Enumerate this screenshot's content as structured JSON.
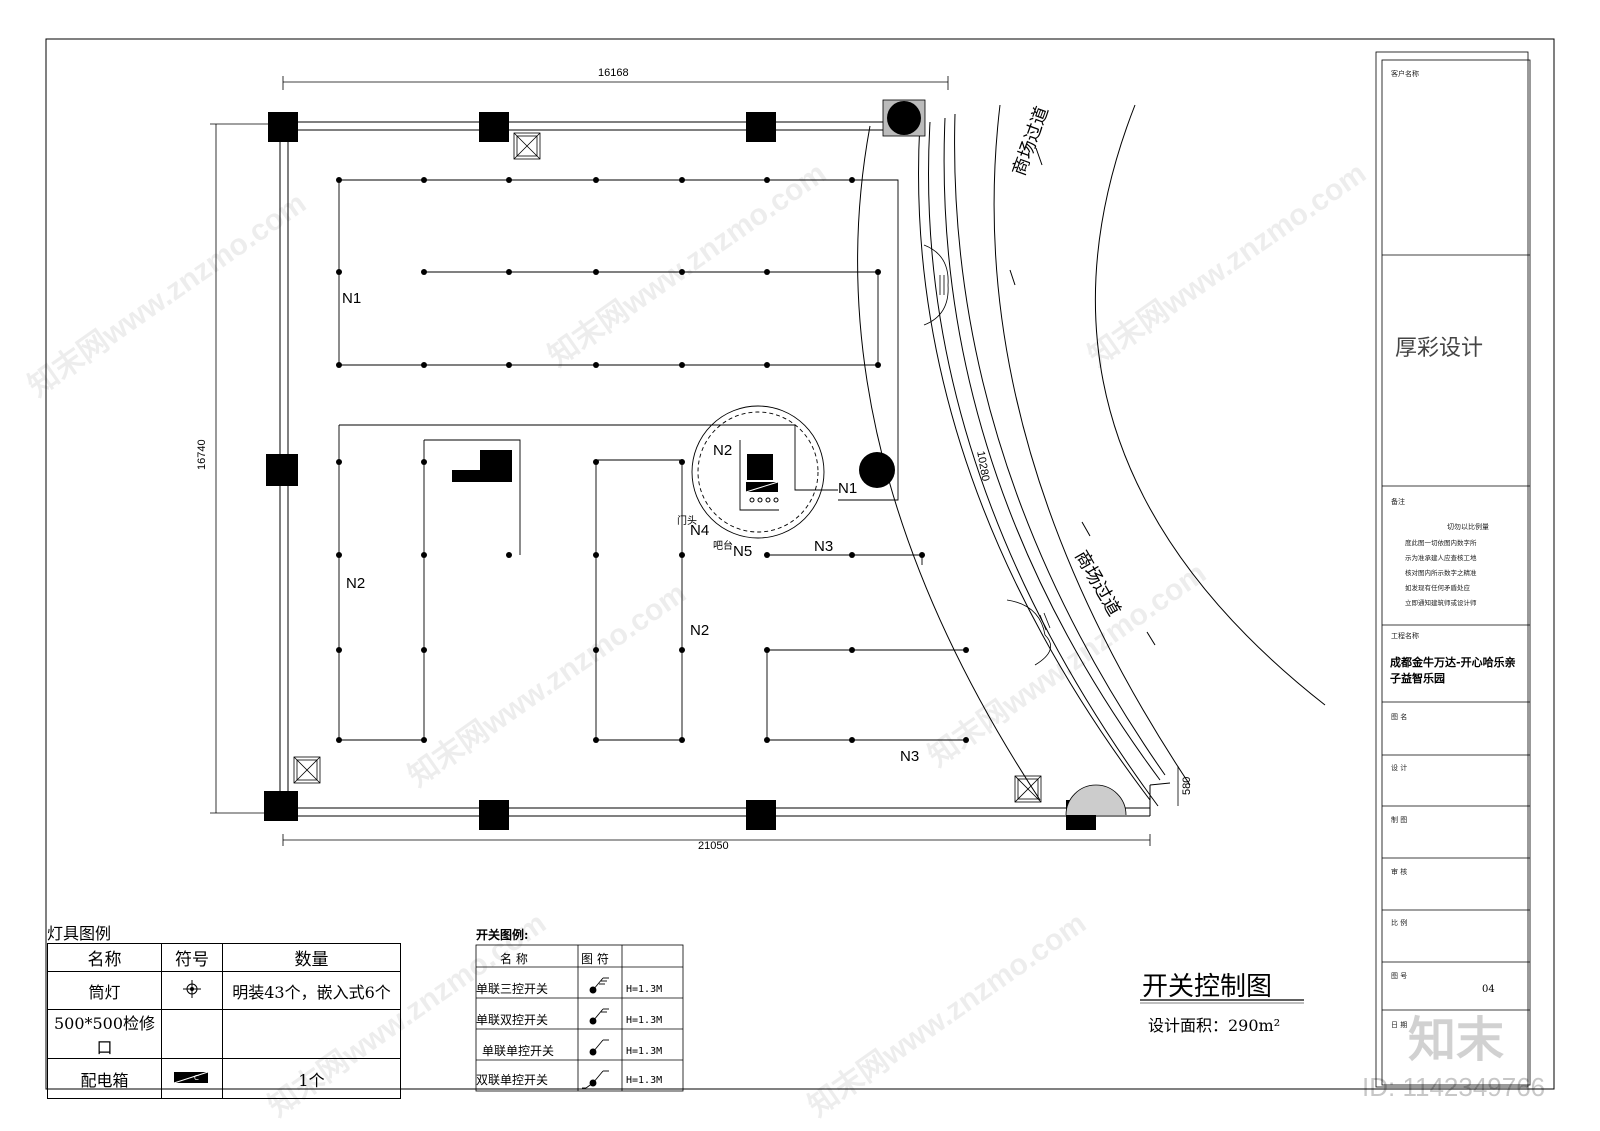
{
  "drawing": {
    "title": "开关控制图",
    "area_label": "设计面积：290m²",
    "dimensions": {
      "top_width": "16168",
      "bottom_width": "21050",
      "left_height": "16740",
      "arc_radius": "10280",
      "corner_offset": "580"
    },
    "corridor_labels": [
      "商场过道",
      "商场过道"
    ],
    "circuit_labels": {
      "n1_upper": "N1",
      "n1_right": "N1",
      "n2_left": "N2",
      "n2_mid": "N2",
      "n2_circle": "N2",
      "n3_upper": "N3",
      "n3_lower": "N3",
      "n4": "N4",
      "n5": "N5"
    },
    "small_notes": {
      "door_head": "门头",
      "bar": "吧台"
    }
  },
  "lamp_legend": {
    "title": "灯具图例",
    "headers": [
      "名称",
      "符号",
      "数量"
    ],
    "rows": [
      {
        "name": "筒灯",
        "symbol": "downlight-icon",
        "qty": "明装43个，嵌入式6个"
      },
      {
        "name": "500*500检修口",
        "symbol": "",
        "qty": ""
      },
      {
        "name": "配电箱",
        "symbol": "distribution-box-icon",
        "qty": "1个"
      }
    ]
  },
  "switch_legend": {
    "title": "开关图例:",
    "headers": [
      "名 称",
      "图 符"
    ],
    "rows": [
      {
        "name": "单联三控开关",
        "height": "H=1.3M"
      },
      {
        "name": "单联双控开关",
        "height": "H=1.3M"
      },
      {
        "name": "单联单控开关",
        "height": "H=1.3M"
      },
      {
        "name": "双联单控开关",
        "height": "H=1.3M"
      }
    ]
  },
  "title_block": {
    "client_label": "客户名称",
    "company": "厚彩设计",
    "remarks_label": "备注",
    "remarks": [
      "切勿以比例量",
      "度此图一切依图内数字所",
      "示为准承建人应查核工地",
      "核对图内所示数字之精准",
      "如发现有任何矛盾处应",
      "立即通知建筑师或设计师"
    ],
    "project_label": "工程名称",
    "project_name": "成都金牛万达-开心哈乐亲子益智乐园",
    "drawing_name_label": "图 名",
    "design_label": "设 计",
    "drafting_label": "制 图",
    "review_label": "审 核",
    "scale_label": "比 例",
    "drawing_no_label": "图 号",
    "drawing_no": "04",
    "date_label": "日 期"
  },
  "watermark": {
    "brand": "知末",
    "id_text": "ID: 1142349766",
    "repeat_text": "知末网www.znzmo.com"
  }
}
